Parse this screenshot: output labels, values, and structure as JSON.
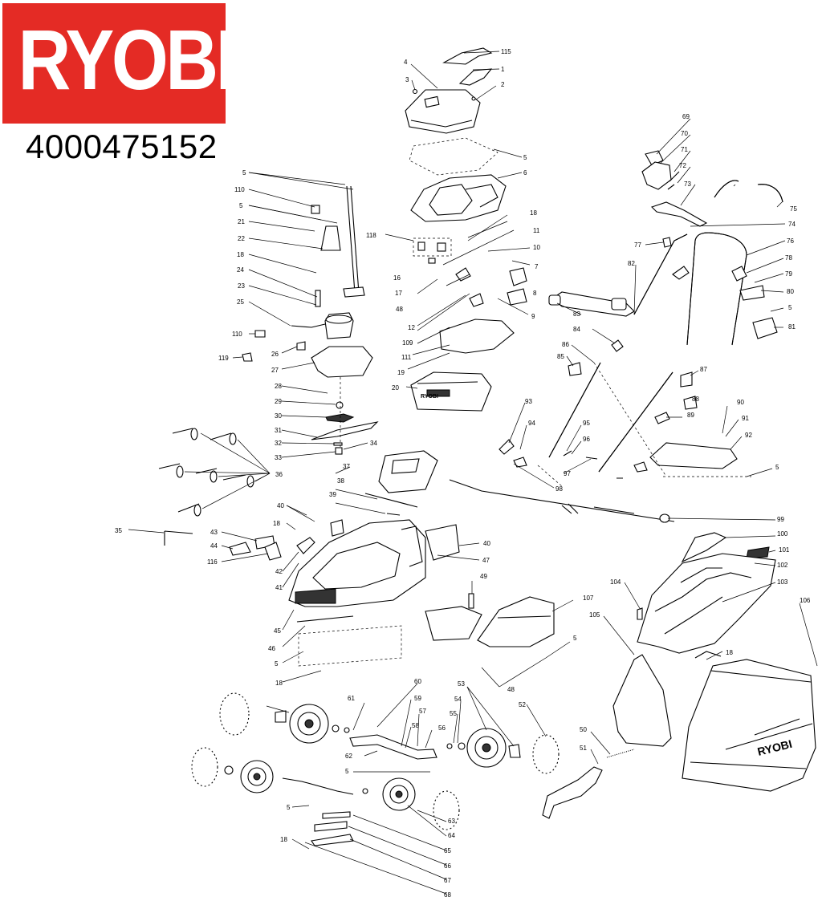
{
  "brand": {
    "logo_text": "RYOBI",
    "logo_color": "#e42b25",
    "part_number": "4000475152"
  },
  "callouts": {
    "c1": "1",
    "c2": "2",
    "c3": "3",
    "c4": "4",
    "c5": "5",
    "c6": "6",
    "c7": "7",
    "c8": "8",
    "c9": "9",
    "c10": "10",
    "c11": "11",
    "c12": "12",
    "c16": "16",
    "c17": "17",
    "c18": "18",
    "c19": "19",
    "c20": "20",
    "c21": "21",
    "c22": "22",
    "c23": "23",
    "c24": "24",
    "c25": "25",
    "c26": "26",
    "c27": "27",
    "c28": "28",
    "c29": "29",
    "c30": "30",
    "c31": "31",
    "c32": "32",
    "c33": "33",
    "c34": "34",
    "c35": "35",
    "c36": "36",
    "c37": "37",
    "c38": "38",
    "c39": "39",
    "c40": "40",
    "c41": "41",
    "c42": "42",
    "c43": "43",
    "c44": "44",
    "c45": "45",
    "c46": "46",
    "c47": "47",
    "c48": "48",
    "c49": "49",
    "c50": "50",
    "c51": "51",
    "c52": "52",
    "c53": "53",
    "c54": "54",
    "c55": "55",
    "c56": "56",
    "c57": "57",
    "c58": "58",
    "c59": "59",
    "c60": "60",
    "c61": "61",
    "c62": "62",
    "c63": "63",
    "c64": "64",
    "c65": "65",
    "c66": "66",
    "c67": "67",
    "c68": "68",
    "c69": "69",
    "c70": "70",
    "c71": "71",
    "c72": "72",
    "c73": "73",
    "c74": "74",
    "c75": "75",
    "c76": "76",
    "c77": "77",
    "c78": "78",
    "c79": "79",
    "c80": "80",
    "c81": "81",
    "c82": "82",
    "c83": "83",
    "c84": "84",
    "c85": "85",
    "c86": "86",
    "c87": "87",
    "c88": "88",
    "c89": "89",
    "c90": "90",
    "c91": "91",
    "c92": "92",
    "c93": "93",
    "c94": "94",
    "c95": "95",
    "c96": "96",
    "c97": "97",
    "c98": "98",
    "c99": "99",
    "c100": "100",
    "c101": "101",
    "c102": "102",
    "c103": "103",
    "c104": "104",
    "c105": "105",
    "c106": "106",
    "c107": "107",
    "c109": "109",
    "c110": "110",
    "c111": "111",
    "c115": "115",
    "c116": "116",
    "c118": "118",
    "c119": "119"
  },
  "stamps": {
    "grassbag_brand": "RYOBI",
    "cover_brand": "RYOBI"
  }
}
